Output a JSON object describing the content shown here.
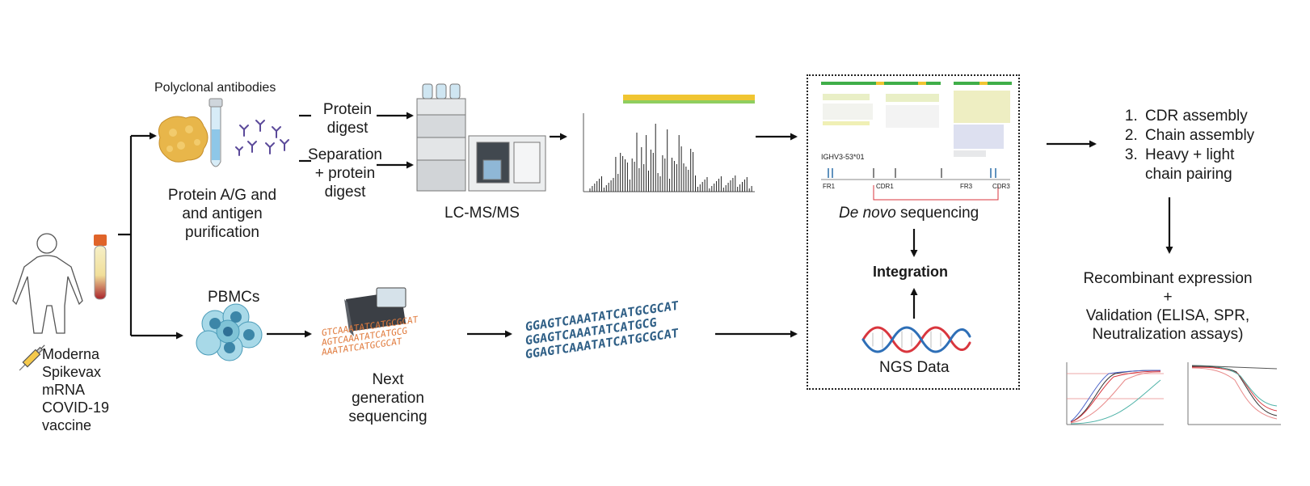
{
  "left": {
    "polyclonal_label": "Polyclonal antibodies",
    "purification_lines": [
      "Protein A/G and",
      "and antigen",
      "purification"
    ],
    "pbmcs_label": "PBMCs",
    "vaccine_lines": [
      "Moderna",
      "Spikevax",
      "mRNA",
      "COVID-19",
      "vaccine"
    ]
  },
  "digest": {
    "protein_digest_lines": [
      "Protein",
      "digest"
    ],
    "separation_lines": [
      "Separation",
      "+ protein",
      "digest"
    ]
  },
  "lcms": {
    "label": "LC-MS/MS"
  },
  "ngs_seq": {
    "label_lines": [
      "Next",
      "generation",
      "sequencing"
    ],
    "dna_lines": [
      "GGAGTCAAATATCATGCGCAT",
      "GGAGTCAAATATCATGCG",
      "GGAGTCAAATATCATGCGCAT"
    ],
    "dna_small_lines": [
      "GTCAAATATCATGCGCAT",
      "AGTCAAATATCATGCG",
      "AAATATCATGCGCAT"
    ]
  },
  "denovo": {
    "gene_label": "IGHV3-53*01",
    "region_labels": [
      "FR1",
      "CDR1",
      "FR3",
      "CDR3"
    ],
    "label_italic": "De novo",
    "label_rest": " sequencing",
    "integration": "Integration",
    "ngs_data": "NGS Data"
  },
  "right": {
    "steps": [
      "CDR assembly",
      "Chain assembly",
      "Heavy + light chain pairing"
    ],
    "recombinant_lines": [
      "Recombinant expression",
      "+",
      "Validation (ELISA, SPR,",
      "Neutralization assays)"
    ]
  },
  "colors": {
    "arrow": "#111111",
    "dna_blue": "#2f5f86",
    "dna_orange": "#e07a3c",
    "helix_red": "#d9363e",
    "helix_blue": "#2e6fb7",
    "cells": "#7fc3d6",
    "gel": "#e8b64a",
    "antibody": "#5b4a9a"
  }
}
